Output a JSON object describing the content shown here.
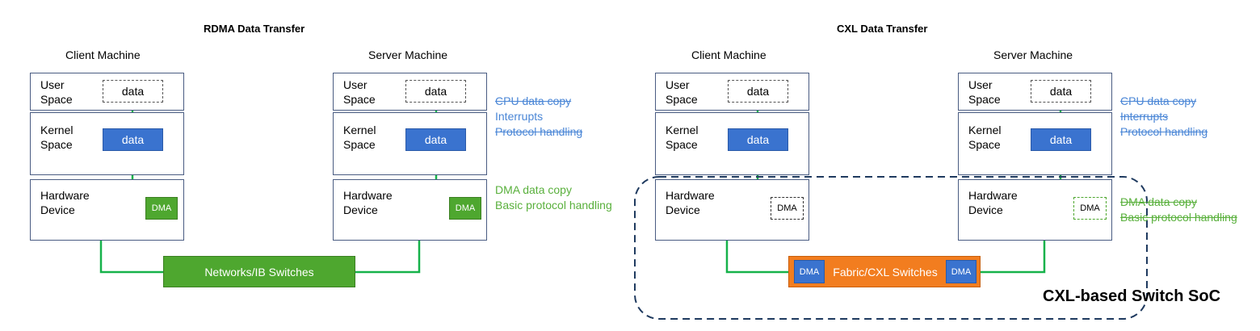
{
  "rdma": {
    "title": "RDMA Data Transfer",
    "client": {
      "label": "Client Machine",
      "user_space": "User\nSpace",
      "kernel_space": "Kernel\nSpace",
      "hardware": "Hardware\nDevice",
      "user_data": "data",
      "kernel_data": "data",
      "dma": "DMA"
    },
    "server": {
      "label": "Server Machine",
      "user_space": "User\nSpace",
      "kernel_space": "Kernel\nSpace",
      "hardware": "Hardware\nDevice",
      "user_data": "data",
      "kernel_data": "data",
      "dma": "DMA"
    },
    "switch": "Networks/IB Switches",
    "notes_kernel": [
      "CPU data copy",
      "Interrupts",
      "Protocol handling"
    ],
    "notes_hardware": [
      "DMA data copy",
      "Basic protocol handling"
    ]
  },
  "cxl": {
    "title": "CXL Data Transfer",
    "client": {
      "label": "Client Machine",
      "user_space": "User\nSpace",
      "kernel_space": "Kernel\nSpace",
      "hardware": "Hardware\nDevice",
      "user_data": "data",
      "kernel_data": "data",
      "dma": "DMA"
    },
    "server": {
      "label": "Server Machine",
      "user_space": "User\nSpace",
      "kernel_space": "Kernel\nSpace",
      "hardware": "Hardware\nDevice",
      "user_data": "data",
      "kernel_data": "data",
      "dma": "DMA"
    },
    "switch": "Fabric/CXL Switches",
    "switch_dma_left": "DMA",
    "switch_dma_right": "DMA",
    "notes_kernel": [
      "CPU data copy",
      "Interrupts",
      "Protocol handling"
    ],
    "notes_hardware": [
      "DMA data copy",
      "Basic protocol handling"
    ],
    "soc_label": "CXL-based Switch SoC"
  },
  "colors": {
    "green": "#4ea72f",
    "line_green": "#16b24a",
    "blue": "#3a73cf",
    "orange": "#f27d1f",
    "note_blue": "#4a86d6",
    "note_green": "#59b03c",
    "soc_border": "#1f3a5f"
  }
}
